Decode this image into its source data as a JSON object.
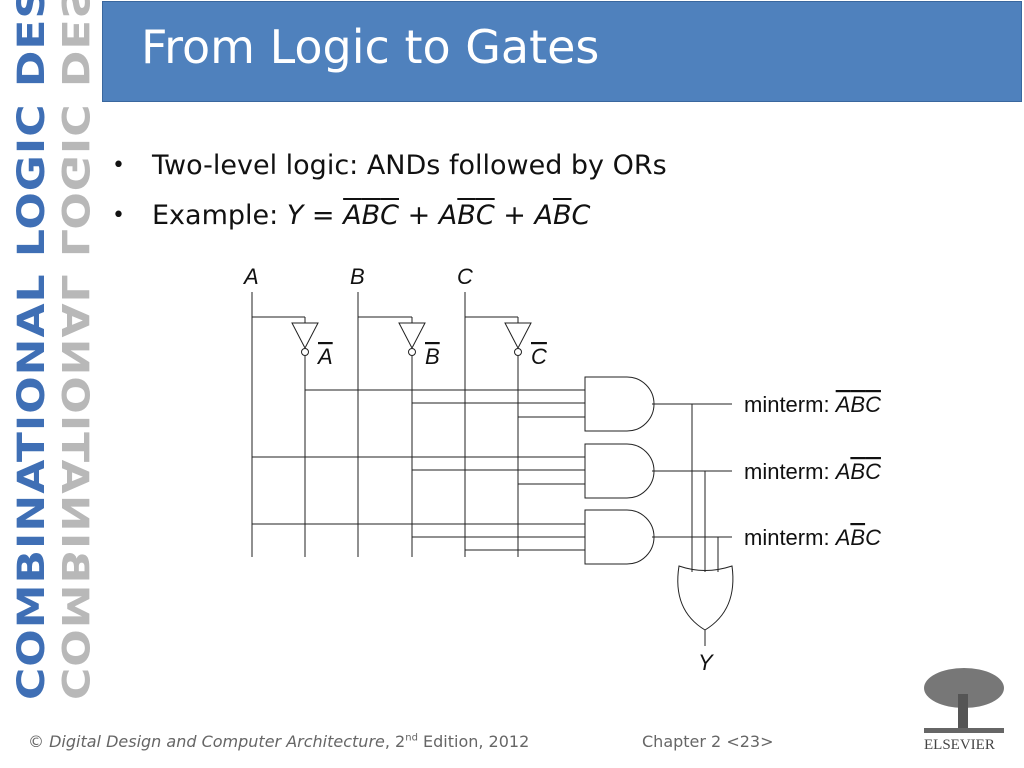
{
  "sidebar": {
    "text": "COMBINATIONAL LOGIC DESIGN"
  },
  "header": {
    "title": "From Logic to Gates"
  },
  "bullets": [
    {
      "text": "Two-level logic: ANDs followed by ORs"
    },
    {
      "prefix": "Example: ",
      "lhs": "Y",
      "eq": " = ",
      "terms": [
        [
          {
            "v": "A",
            "bar": true
          },
          {
            "v": "B",
            "bar": true
          },
          {
            "v": "C",
            "bar": true
          }
        ],
        [
          {
            "v": "A",
            "bar": false
          },
          {
            "v": "B",
            "bar": true
          },
          {
            "v": "C",
            "bar": true
          }
        ],
        [
          {
            "v": "A",
            "bar": false
          },
          {
            "v": "B",
            "bar": true
          },
          {
            "v": "C",
            "bar": false
          }
        ]
      ],
      "plus": " + "
    }
  ],
  "circuit": {
    "inputs": [
      "A",
      "B",
      "C"
    ],
    "inverted": [
      "A",
      "B",
      "C"
    ],
    "minterm_prefix": "minterm: ",
    "minterms": [
      [
        {
          "v": "A",
          "bar": true
        },
        {
          "v": "B",
          "bar": true
        },
        {
          "v": "C",
          "bar": true
        }
      ],
      [
        {
          "v": "A",
          "bar": false
        },
        {
          "v": "B",
          "bar": true
        },
        {
          "v": "C",
          "bar": true
        }
      ],
      [
        {
          "v": "A",
          "bar": false
        },
        {
          "v": "B",
          "bar": true
        },
        {
          "v": "C",
          "bar": false
        }
      ]
    ],
    "output": "Y"
  },
  "footer": {
    "copyright": "©",
    "book": "Digital Design and Computer Architecture",
    "edition_pre": ", 2",
    "edition_sup": "nd",
    "edition_post": " Edition, 2012",
    "chapter": "Chapter 2 <23>"
  },
  "publisher": {
    "name": "ELSEVIER"
  },
  "colors": {
    "title_bar": "#4f81bd",
    "sidebar_text": "#3f6fb5"
  }
}
